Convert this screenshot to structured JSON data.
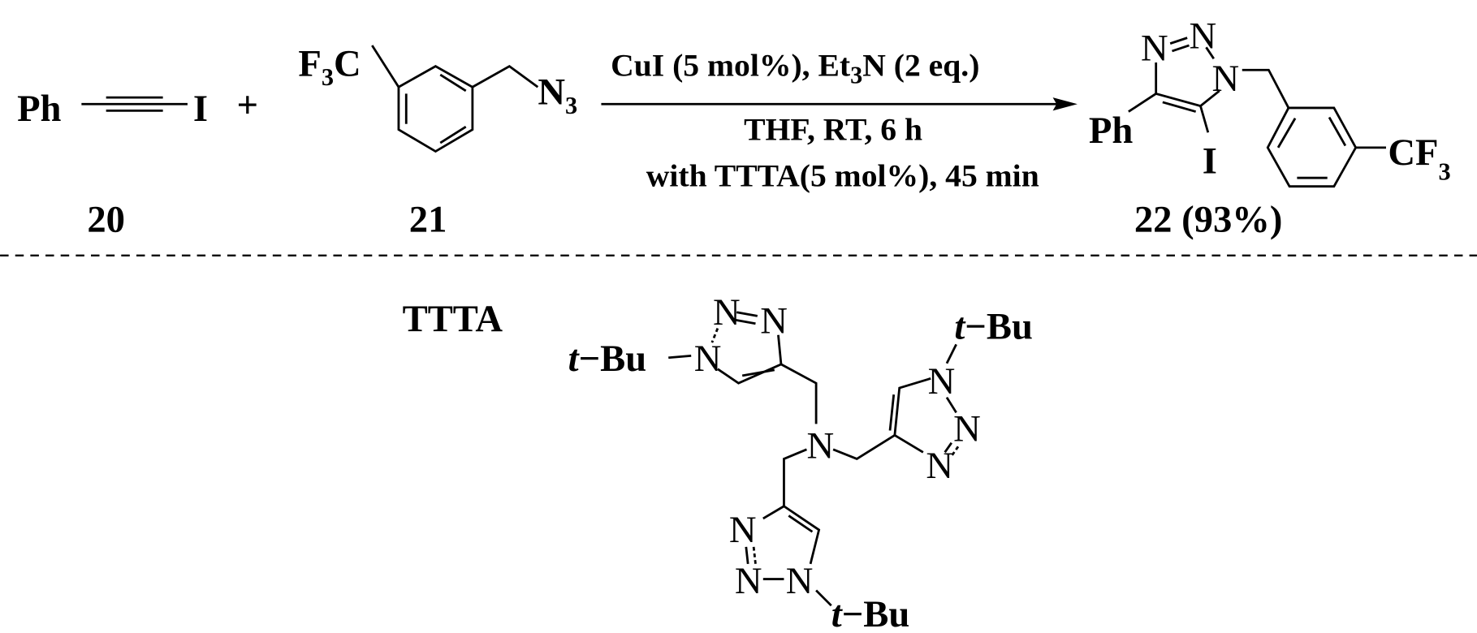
{
  "reactant_20": {
    "phenyl": "Ph",
    "iodine": "I",
    "number": "20"
  },
  "plus": "+",
  "reactant_21": {
    "f": "F",
    "f_sub": "3",
    "c": "C",
    "azide_n": "N",
    "azide_sub": "3",
    "number": "21"
  },
  "conditions": {
    "line1_a": "CuI (5 mol%), Et",
    "line1_sub": "3",
    "line1_b": "N (2 eq.)",
    "line2": "THF, RT, 6 h",
    "line3": "with TTTA(5 mol%), 45 min"
  },
  "product_22": {
    "n": "N",
    "phenyl": "Ph",
    "iodine": "I",
    "cf": "CF",
    "cf_sub": "3",
    "number": "22 (93%)"
  },
  "ligand": {
    "name": "TTTA",
    "n": "N",
    "t": "t",
    "bu": "−Bu"
  },
  "colors": {
    "ink": "#000000",
    "background": "#ffffff"
  }
}
